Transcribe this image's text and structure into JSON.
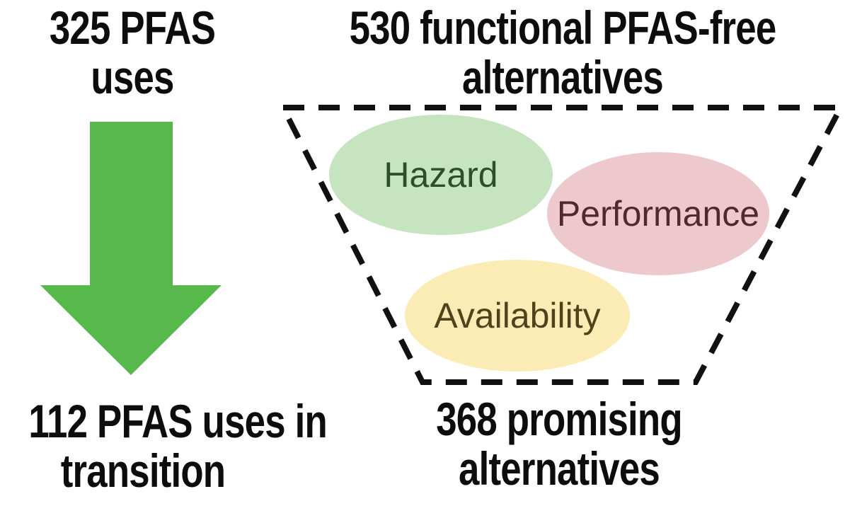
{
  "left_column": {
    "top_stat": {
      "line1": "325 PFAS",
      "line2": "uses"
    },
    "bottom_stat": {
      "line1": "112 PFAS uses in",
      "line2": "transition"
    }
  },
  "funnel": {
    "top_stat": {
      "line1": "530 functional PFAS-free",
      "line2": "alternatives"
    },
    "bottom_stat": {
      "line1": "368 promising",
      "line2": "alternatives"
    },
    "criteria": [
      {
        "label": "Hazard",
        "fill": "#C6E4C0",
        "text_color": "#2C4F28"
      },
      {
        "label": "Performance",
        "fill": "#EDC8CC",
        "text_color": "#4E2A30"
      },
      {
        "label": "Availability",
        "fill": "#FBEBB5",
        "text_color": "#4F431C"
      }
    ]
  },
  "colors": {
    "arrow_green": "#57B84C",
    "funnel_outline": "#111111",
    "heading_text": "#0d0d0d"
  }
}
